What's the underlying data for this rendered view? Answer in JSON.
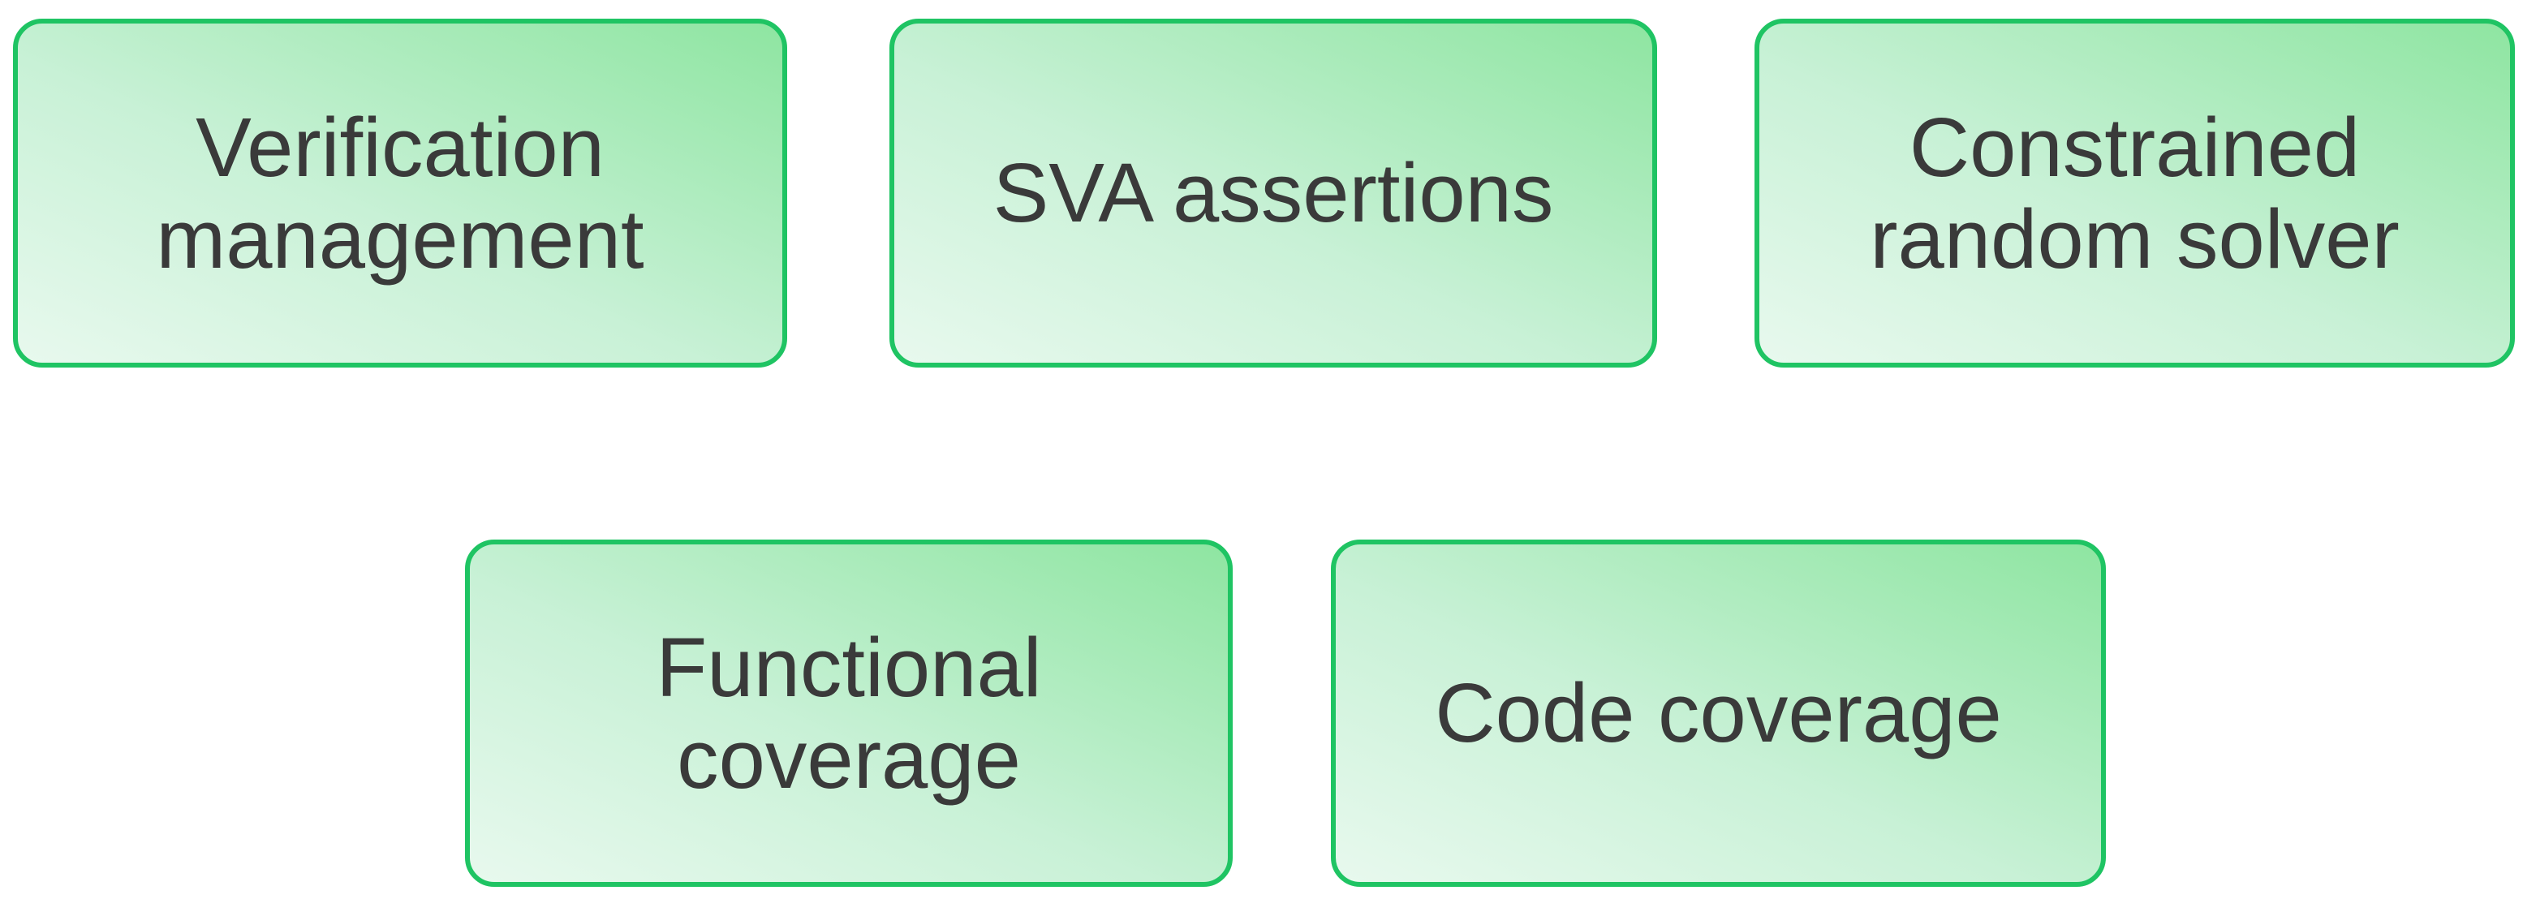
{
  "diagram": {
    "colors": {
      "box_border": "#1fc463",
      "box_fill_light": "#e8f9ee",
      "box_fill_dark": "#8ee5a1",
      "text": "#3a3a3a",
      "background": "#ffffff"
    },
    "boxes": [
      {
        "name": "verification-management",
        "label": "Verification\nmanagement"
      },
      {
        "name": "sva-assertions",
        "label": "SVA assertions"
      },
      {
        "name": "constrained-random-solver",
        "label": "Constrained\nrandom solver"
      },
      {
        "name": "functional-coverage",
        "label": "Functional\ncoverage"
      },
      {
        "name": "code-coverage",
        "label": "Code coverage"
      }
    ]
  }
}
